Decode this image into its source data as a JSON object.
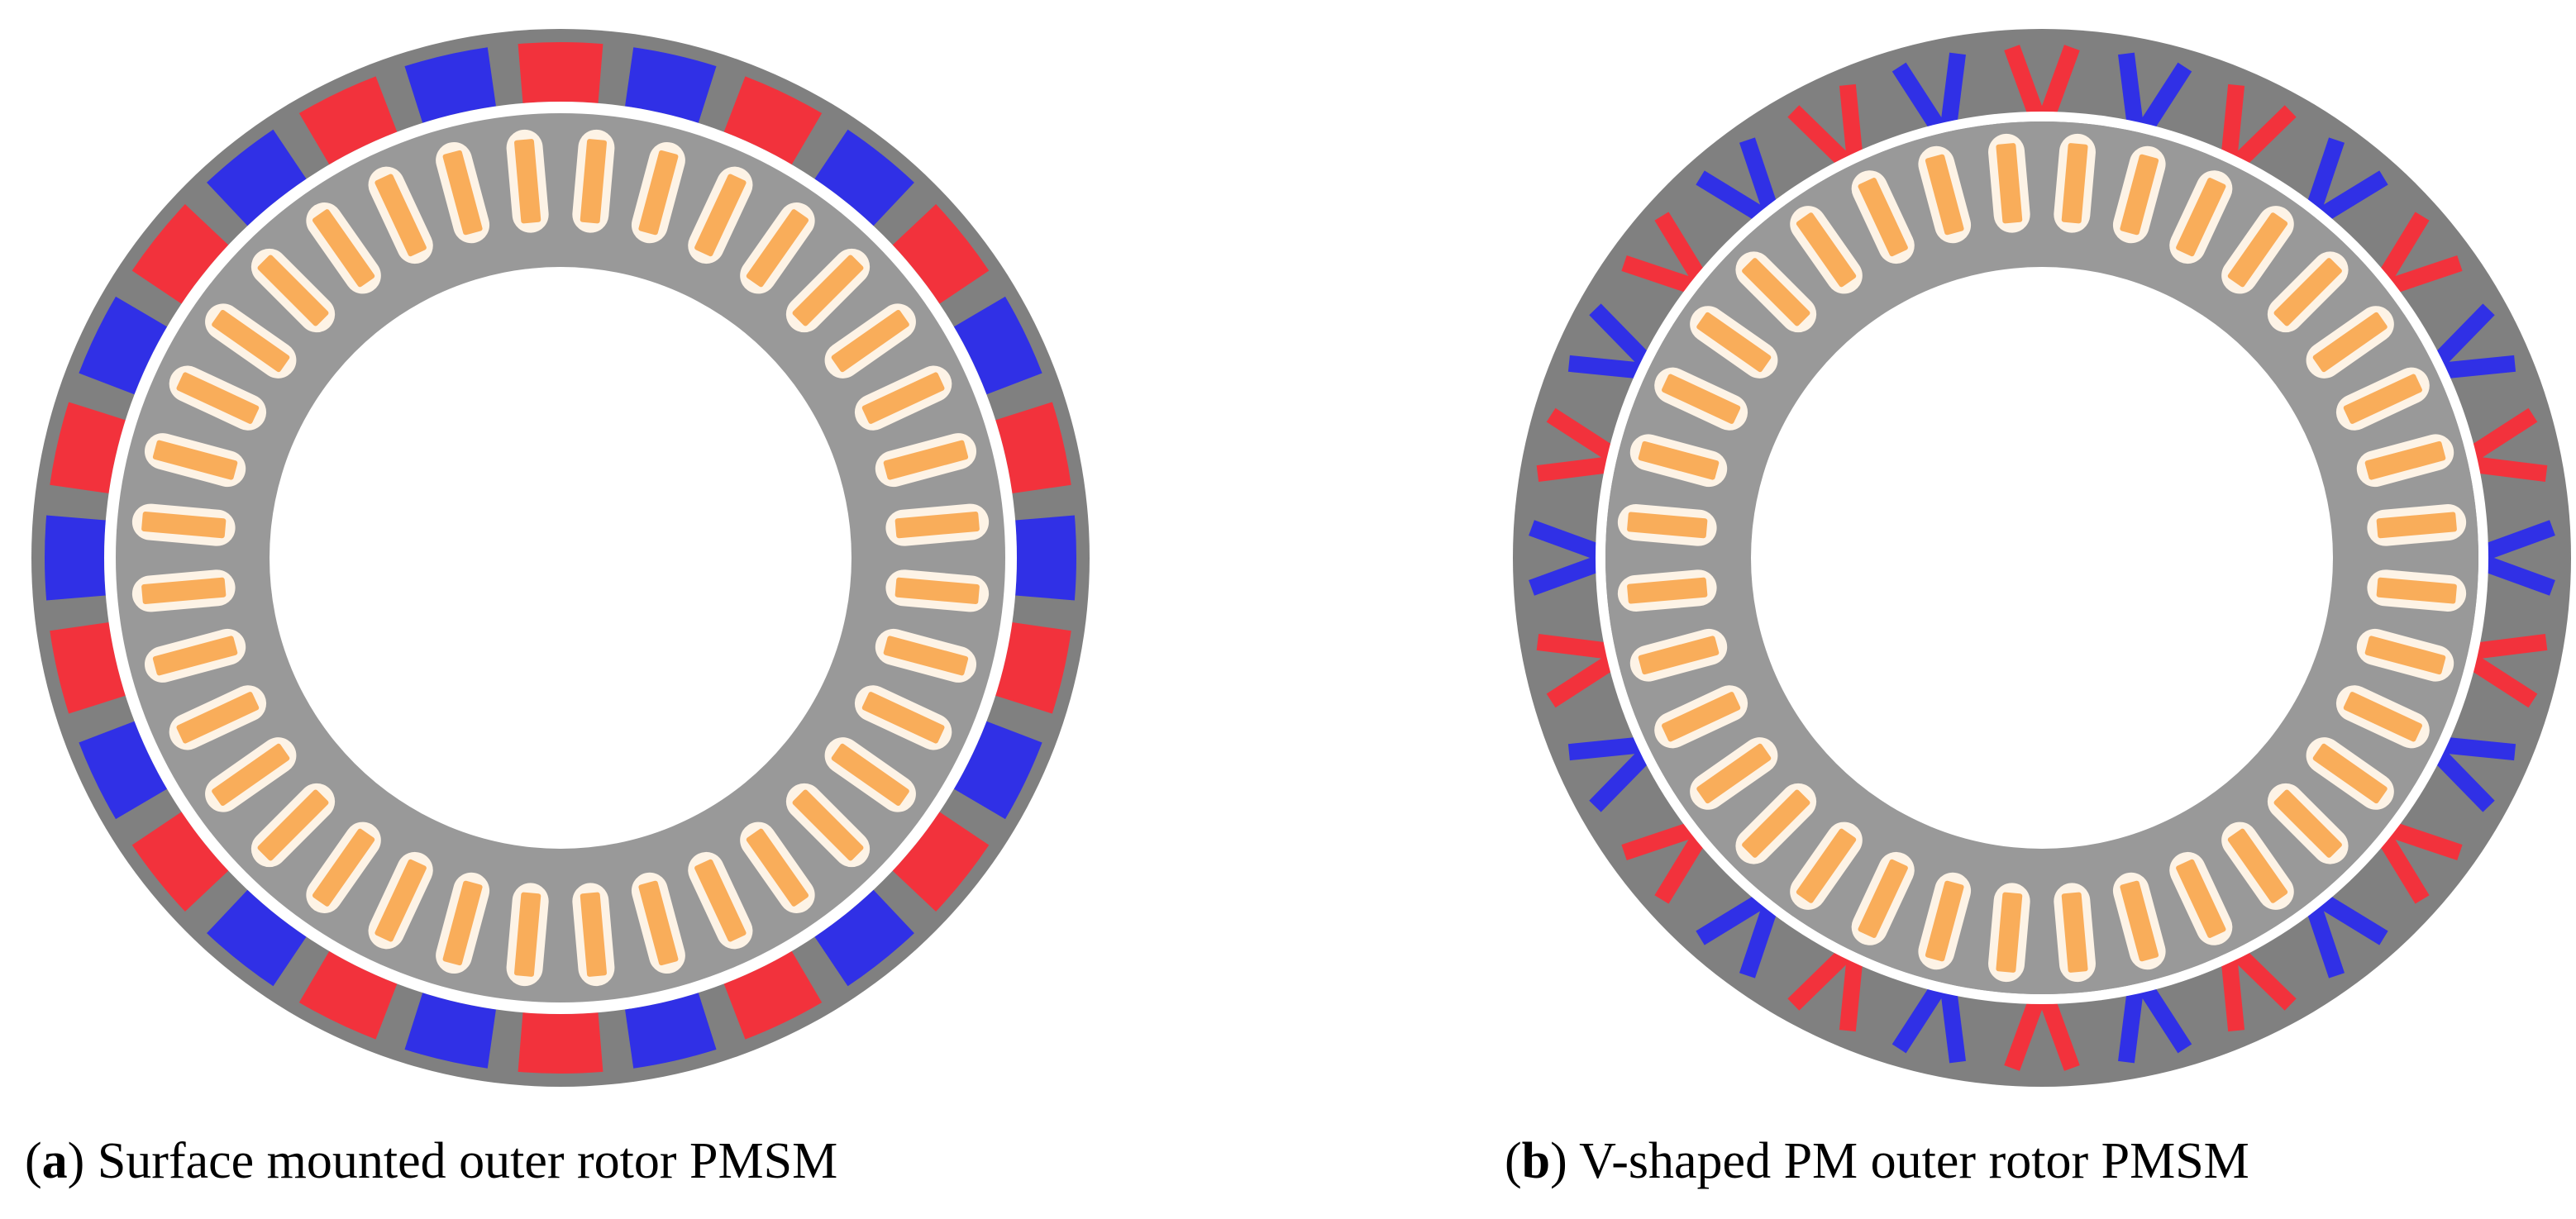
{
  "captions": {
    "a": {
      "letter": "a",
      "text": "Surface mounted outer rotor PMSM"
    },
    "b": {
      "letter": "b",
      "text": "V-shaped PM outer rotor PMSM"
    }
  },
  "machine_a": {
    "rotor_type": "surface-mounted",
    "magnet_count": 28,
    "slot_count": 36,
    "magnet_colors": [
      "red",
      "blue"
    ]
  },
  "machine_b": {
    "rotor_type": "v-shaped-interior",
    "magnet_count": 28,
    "slot_count": 36,
    "magnet_colors": [
      "red",
      "blue"
    ]
  },
  "colors": {
    "rotor_yoke": "#808080",
    "stator_core": "#999999",
    "magnet_north": "#f2323c",
    "magnet_south": "#3030e6",
    "winding": "#f9ad5a",
    "slot": "#fdf3e6",
    "air_gap": "#ffffff",
    "background": "#ffffff"
  }
}
